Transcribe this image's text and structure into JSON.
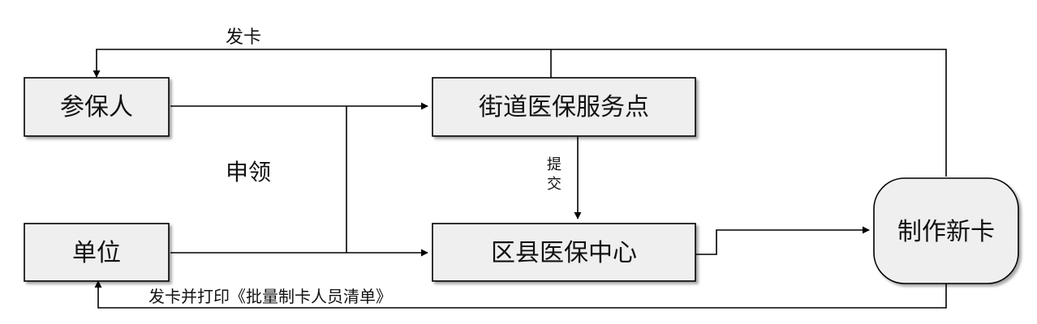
{
  "nodes": {
    "insured": "参保人",
    "unit": "单位",
    "street_service": "街道医保服务点",
    "district_center": "区县医保中心",
    "make_card": "制作新卡"
  },
  "edges": {
    "issue_card": "发卡",
    "apply": "申领",
    "submit": "提交",
    "issue_and_print": "发卡并打印《批量制卡人员清单》"
  },
  "colors": {
    "box_fill": "#efefef",
    "line": "#000000",
    "text": "#111111"
  }
}
